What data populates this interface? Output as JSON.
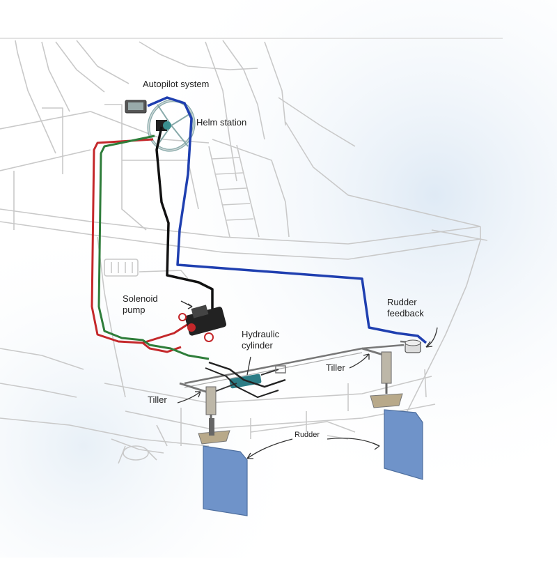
{
  "labels": {
    "autopilot": "Autopilot system",
    "helm": "Helm station",
    "solenoid_line1": "Solenoid",
    "solenoid_line2": "pump",
    "hydraulic_line1": "Hydraulic",
    "hydraulic_line2": "cylinder",
    "rudder_feedback_line1": "Rudder",
    "rudder_feedback_line2": "feedback",
    "tiller_left": "Tiller",
    "tiller_right": "Tiller",
    "rudder": "Rudder"
  },
  "colors": {
    "hull_outline": "#c9c9c9",
    "sky": "#e6f0f8",
    "pressure_line": "#c4272a",
    "return_line": "#2e7d3a",
    "feedback_line": "#1f3fb0",
    "control_line": "#111111",
    "rudder_blade": "#6f93c9",
    "rudder_mount": "#b8a98a"
  }
}
